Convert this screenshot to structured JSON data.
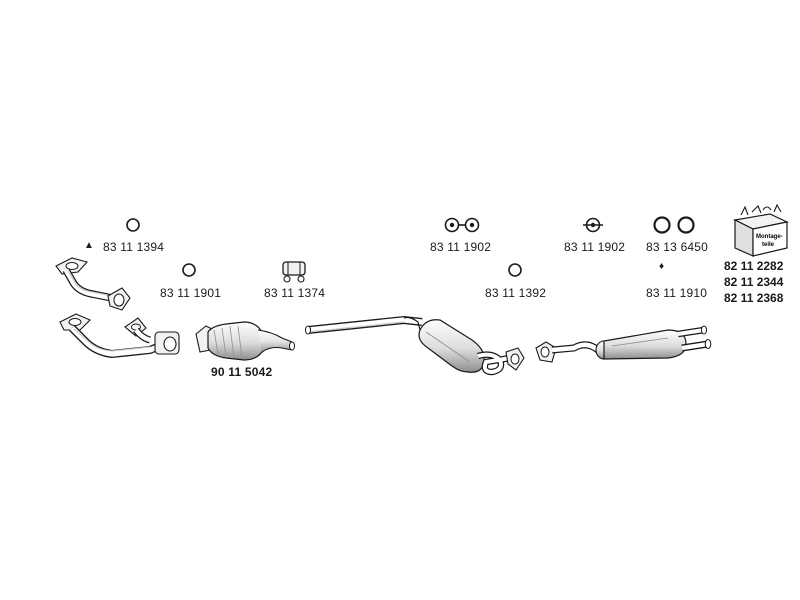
{
  "parts": {
    "p_8311_1394": "83 11 1394",
    "p_8311_1901": "83 11 1901",
    "p_8311_1374": "83 11 1374",
    "p_9011_5042": "90 11 5042",
    "p_8311_1902a": "83 11 1902",
    "p_8311_1392": "83 11 1392",
    "p_8311_1902b": "83 11 1902",
    "p_8313_6450": "83 13 6450",
    "p_8311_1910": "83 11 1910"
  },
  "mounting_kit": {
    "box_label_line1": "Montage-",
    "box_label_line2": "teile",
    "numbers": [
      "82 11 2282",
      "82 11 2344",
      "82 11 2368"
    ]
  },
  "symbols": {
    "triangle": "▲",
    "clamp_marker": "♦"
  },
  "colors": {
    "line": "#1a1a1a",
    "shade": "#c8c8c8",
    "fill": "#f2f2f2"
  }
}
